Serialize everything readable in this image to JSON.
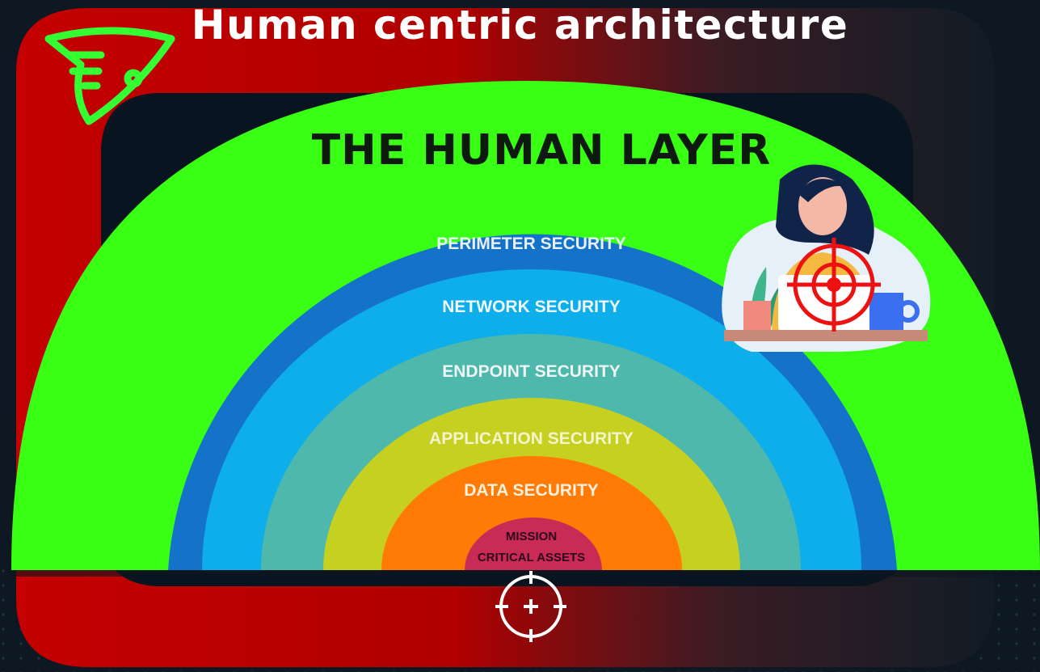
{
  "title": "Human centric architecture",
  "diagram": {
    "outer_layer": "THE HUMAN LAYER",
    "layers": [
      {
        "label": "PERIMETER SECURITY",
        "color": "#1473c9"
      },
      {
        "label": "NETWORK SECURITY",
        "color": "#0daeea"
      },
      {
        "label": "ENDPOINT SECURITY",
        "color": "#4fb8ad"
      },
      {
        "label": "APPLICATION SECURITY",
        "color": "#c6d020"
      },
      {
        "label": "DATA SECURITY",
        "color": "#ff7b05"
      },
      {
        "label_lines": [
          "MISSION",
          "CRITICAL ASSETS"
        ],
        "color": "#c92a56"
      }
    ],
    "human_layer_color": "#39ff14",
    "frame_color": "#c40000",
    "accent_color": "#33ff33"
  },
  "icons": {
    "logo": "winged-helmet-logo",
    "person": "person-at-laptop-illustration",
    "target": "crosshair-target-icon",
    "bottom": "crosshair-plus-icon"
  }
}
